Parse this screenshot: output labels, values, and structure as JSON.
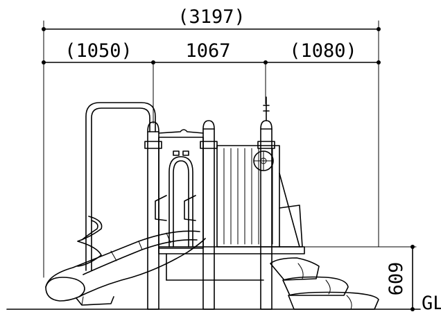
{
  "drawing": {
    "dimensions": {
      "overall": "(3197)",
      "left": "(1050)",
      "middle": "1067",
      "right": "(1080)",
      "height": "609"
    },
    "ground_label": "GL"
  }
}
